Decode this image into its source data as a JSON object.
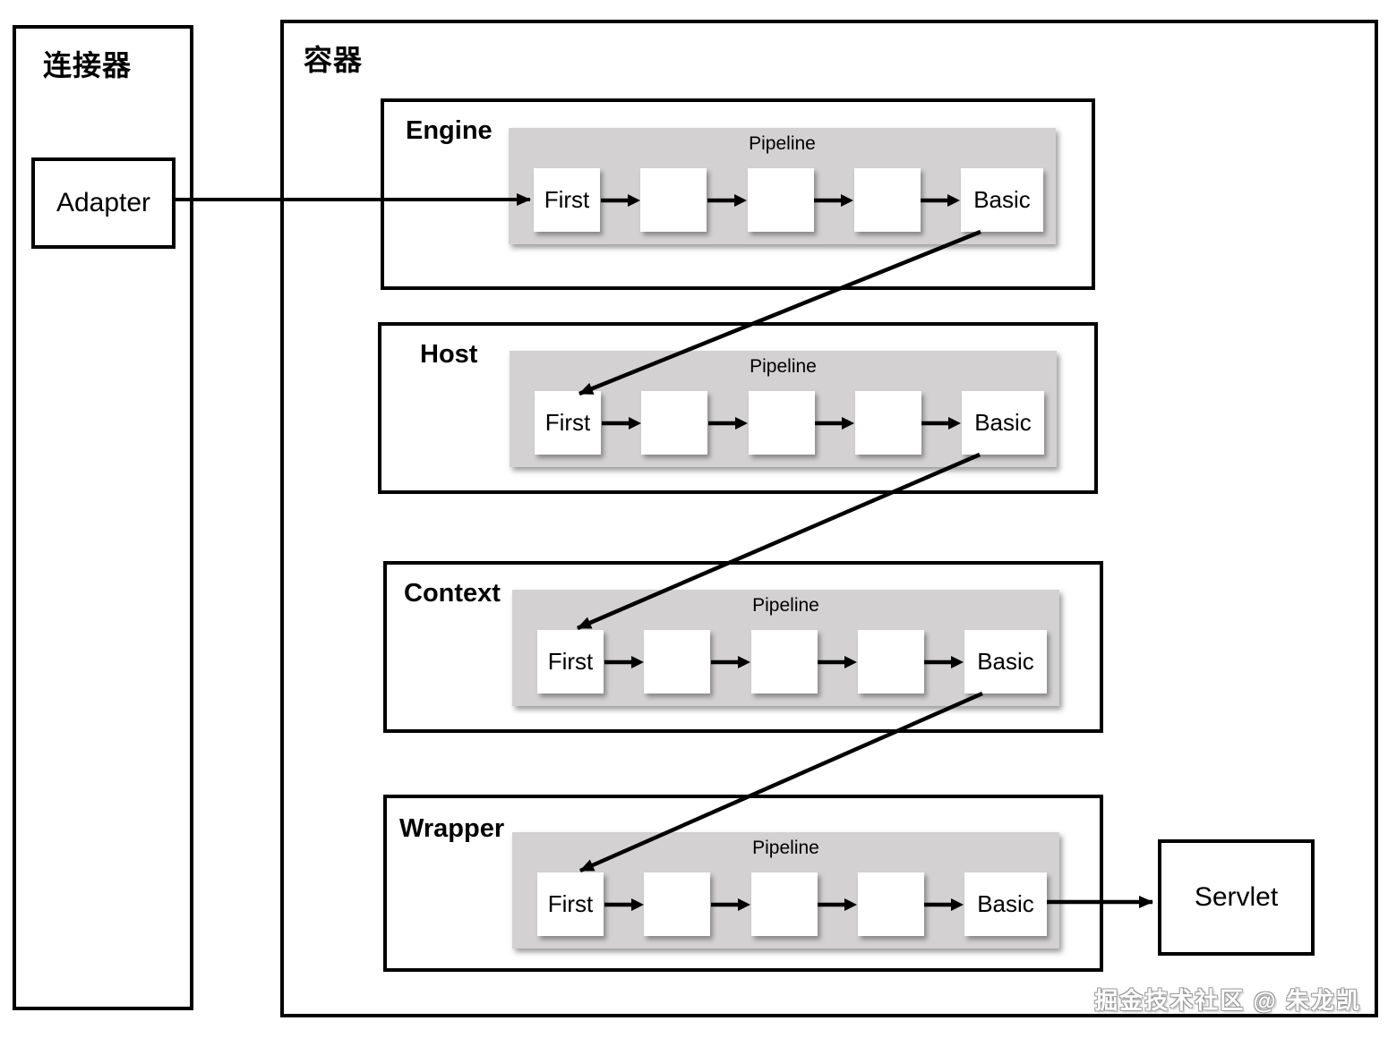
{
  "connector": {
    "title": "连接器",
    "adapter_label": "Adapter"
  },
  "container": {
    "title": "容器",
    "levels": [
      {
        "name": "Engine",
        "pipeline_label": "Pipeline",
        "first_label": "First",
        "basic_label": "Basic"
      },
      {
        "name": "Host",
        "pipeline_label": "Pipeline",
        "first_label": "First",
        "basic_label": "Basic"
      },
      {
        "name": "Context",
        "pipeline_label": "Pipeline",
        "first_label": "First",
        "basic_label": "Basic"
      },
      {
        "name": "Wrapper",
        "pipeline_label": "Pipeline",
        "first_label": "First",
        "basic_label": "Basic"
      }
    ],
    "servlet_label": "Servlet"
  },
  "watermark": {
    "text": "掘金技术社区 @ 朱龙凯"
  },
  "colors": {
    "border": "#000000",
    "pipeline_bg": "#d3d1d1",
    "valve_bg": "#ffffff",
    "watermark_text": "#ffffff"
  }
}
